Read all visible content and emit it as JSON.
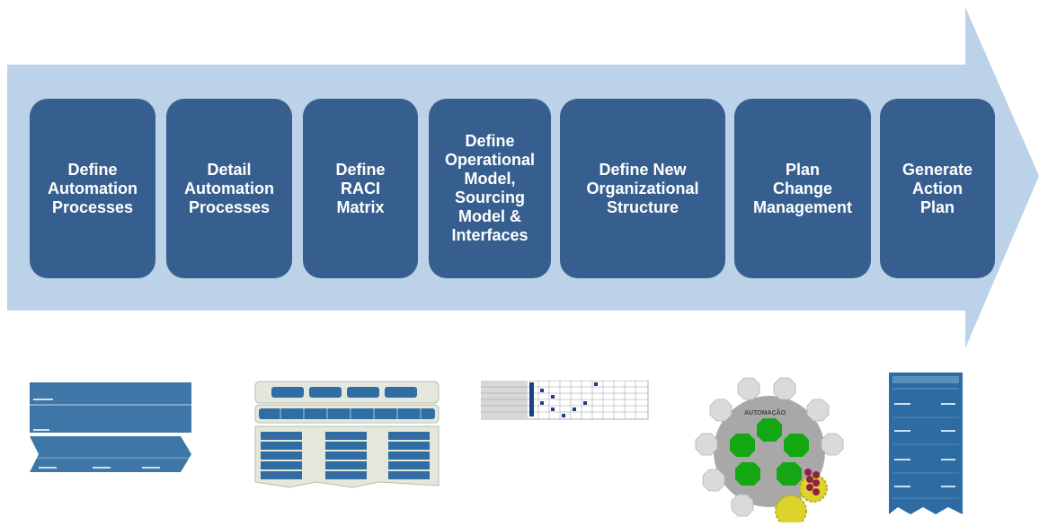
{
  "colors": {
    "arrow": "#bcd2e8",
    "step_box": "#365f8f",
    "step_text": "#ffffff",
    "thumb_blue": "#3e76a8",
    "octagon_green": "#13a813",
    "octagon_gray": "#d9d9d9",
    "gear_yellow": "#dcd42a",
    "gear_maroon": "#8f1f4a"
  },
  "steps": [
    {
      "label": "Define\nAutomation\nProcesses"
    },
    {
      "label": "Detail\nAutomation\nProcesses"
    },
    {
      "label": "Define\nRACI\nMatrix"
    },
    {
      "label": "Define\nOperational\nModel,\nSourcing\nModel &\nInterfaces"
    },
    {
      "label": "Define New\nOrganizational\nStructure"
    },
    {
      "label": "Plan\nChange\nManagement"
    },
    {
      "label": "Generate\nAction\nPlan"
    }
  ],
  "thumbnails": {
    "automation_diagram": {
      "label": "AUTOMAÇÃO"
    }
  }
}
